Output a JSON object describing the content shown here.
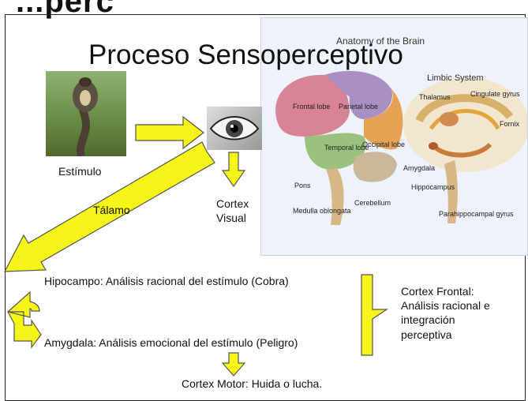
{
  "heading_partial": "...perc",
  "title": "Proceso Sensoperceptivo",
  "brain_panel": {
    "title": "Anatomy of the Brain",
    "limbic_title": "Limbic System",
    "lobes": {
      "frontal": "Frontal lobe",
      "parietal": "Parietal lobe",
      "temporal": "Temporal lobe",
      "occipital": "Occipital lobe"
    },
    "structures": {
      "pons": "Pons",
      "medulla": "Medulla oblongata",
      "cerebellum": "Cerebellum",
      "thalamus": "Thalamus",
      "cingulate": "Cingulate gyrus",
      "fornix": "Fornix",
      "amygdala": "Amygdala",
      "hippocampus": "Hippocampus",
      "parahippocampal": "Parahippocampal gyrus"
    }
  },
  "labels": {
    "stimulus": "Estímulo",
    "thalamus": "Tálamo",
    "visual_cortex_line1": "Cortex",
    "visual_cortex_line2": "Visual",
    "hippocampus": "Hipocampo: Análisis racional del estímulo (Cobra)",
    "amygdala": "Amygdala: Análisis emocional del estímulo (Peligro)",
    "frontal_line1": "Cortex Frontal:",
    "frontal_line2": "Análisis racional e",
    "frontal_line3": "integración",
    "frontal_line4": "perceptiva",
    "motor": "Cortex Motor: Huida o lucha."
  },
  "colors": {
    "arrow_fill": "#f5f51a",
    "arrow_stroke": "#555555"
  }
}
